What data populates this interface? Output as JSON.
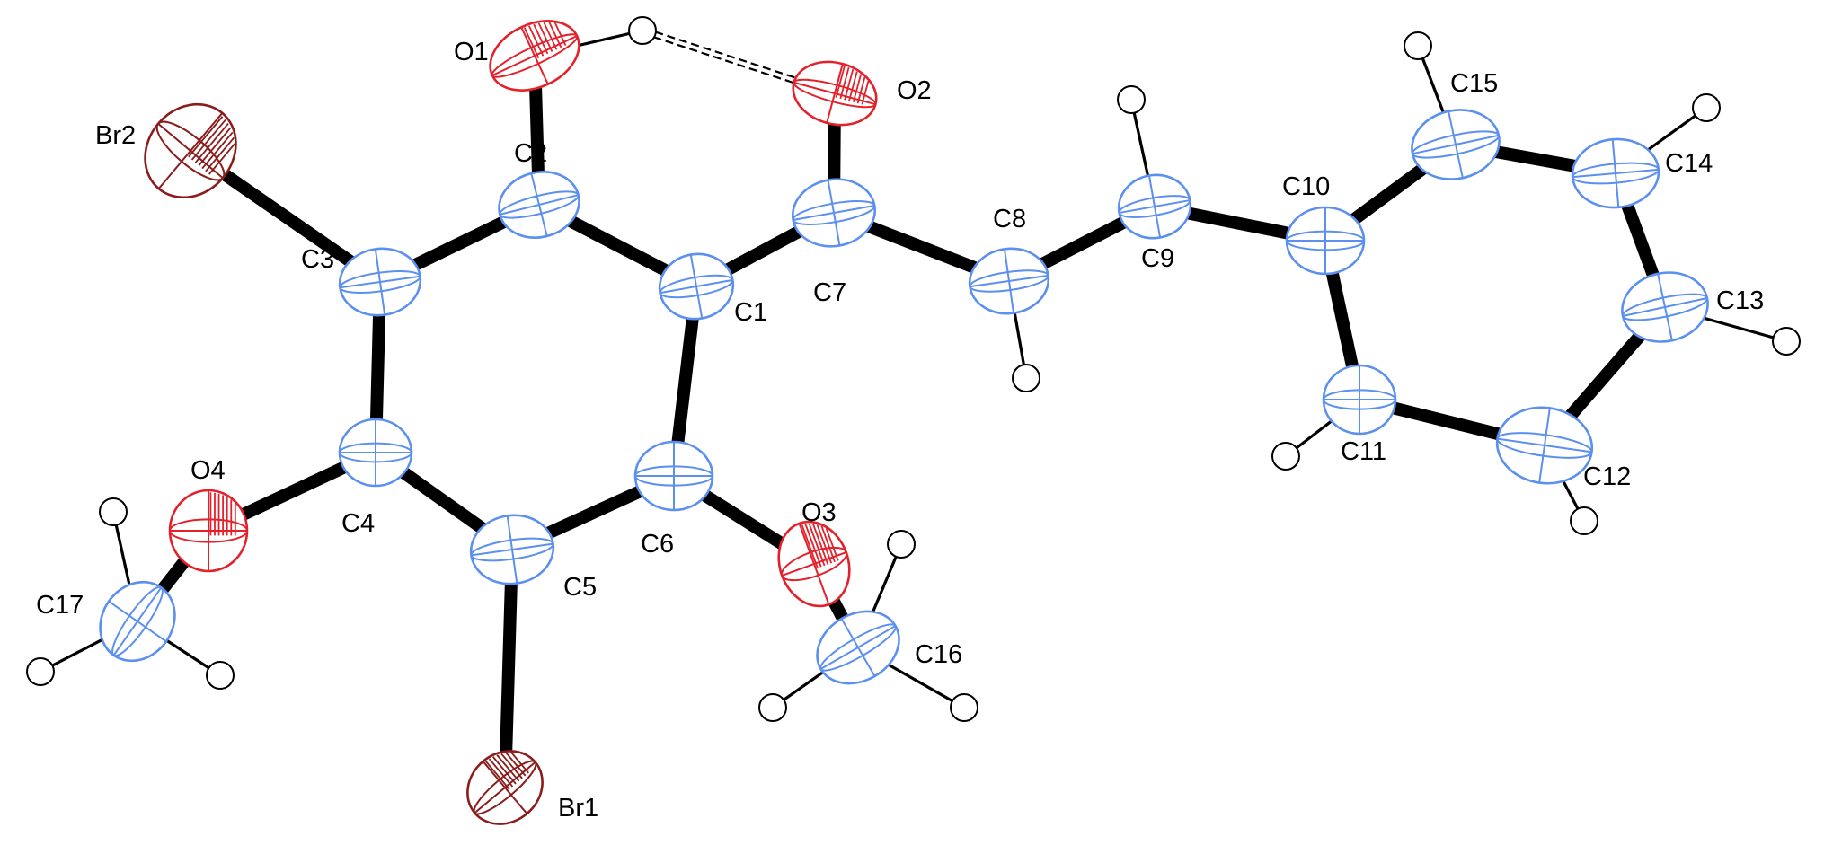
{
  "colors": {
    "carbon": "#5b8ff0",
    "oxygen": "#e4212b",
    "bromine": "#8b1c1c",
    "hydrogen": "#000000",
    "bond": "#000000",
    "background": "#ffffff"
  },
  "atoms": [
    {
      "id": "C1",
      "element": "C",
      "label": "C1"
    },
    {
      "id": "C2",
      "element": "C",
      "label": "C2"
    },
    {
      "id": "C3",
      "element": "C",
      "label": "C3"
    },
    {
      "id": "C4",
      "element": "C",
      "label": "C4"
    },
    {
      "id": "C5",
      "element": "C",
      "label": "C5"
    },
    {
      "id": "C6",
      "element": "C",
      "label": "C6"
    },
    {
      "id": "C7",
      "element": "C",
      "label": "C7"
    },
    {
      "id": "C8",
      "element": "C",
      "label": "C8"
    },
    {
      "id": "C9",
      "element": "C",
      "label": "C9"
    },
    {
      "id": "C10",
      "element": "C",
      "label": "C10"
    },
    {
      "id": "C11",
      "element": "C",
      "label": "C11"
    },
    {
      "id": "C12",
      "element": "C",
      "label": "C12"
    },
    {
      "id": "C13",
      "element": "C",
      "label": "C13"
    },
    {
      "id": "C14",
      "element": "C",
      "label": "C14"
    },
    {
      "id": "C15",
      "element": "C",
      "label": "C15"
    },
    {
      "id": "C16",
      "element": "C",
      "label": "C16"
    },
    {
      "id": "C17",
      "element": "C",
      "label": "C17"
    },
    {
      "id": "O1",
      "element": "O",
      "label": "O1"
    },
    {
      "id": "O2",
      "element": "O",
      "label": "O2"
    },
    {
      "id": "O3",
      "element": "O",
      "label": "O3"
    },
    {
      "id": "O4",
      "element": "O",
      "label": "O4"
    },
    {
      "id": "Br1",
      "element": "Br",
      "label": "Br1"
    },
    {
      "id": "Br2",
      "element": "Br",
      "label": "Br2"
    }
  ],
  "bonds": [
    [
      "C1",
      "C2"
    ],
    [
      "C2",
      "C3"
    ],
    [
      "C3",
      "C4"
    ],
    [
      "C4",
      "C5"
    ],
    [
      "C5",
      "C6"
    ],
    [
      "C6",
      "C1"
    ],
    [
      "C1",
      "C7"
    ],
    [
      "C7",
      "O2"
    ],
    [
      "C7",
      "C8"
    ],
    [
      "C8",
      "C9"
    ],
    [
      "C9",
      "C10"
    ],
    [
      "C10",
      "C11"
    ],
    [
      "C11",
      "C12"
    ],
    [
      "C12",
      "C13"
    ],
    [
      "C13",
      "C14"
    ],
    [
      "C14",
      "C15"
    ],
    [
      "C15",
      "C10"
    ],
    [
      "C2",
      "O1"
    ],
    [
      "C3",
      "Br2"
    ],
    [
      "C5",
      "Br1"
    ],
    [
      "C4",
      "O4"
    ],
    [
      "O4",
      "C17"
    ],
    [
      "C6",
      "O3"
    ],
    [
      "O3",
      "C16"
    ]
  ],
  "hydrogens": [
    {
      "parent": "O1",
      "hbond_to": "O2"
    },
    {
      "parent": "C8"
    },
    {
      "parent": "C9"
    },
    {
      "parent": "C11"
    },
    {
      "parent": "C12"
    },
    {
      "parent": "C13"
    },
    {
      "parent": "C14"
    },
    {
      "parent": "C15"
    },
    {
      "parent": "C16"
    },
    {
      "parent": "C16"
    },
    {
      "parent": "C16"
    },
    {
      "parent": "C17"
    },
    {
      "parent": "C17"
    },
    {
      "parent": "C17"
    }
  ]
}
